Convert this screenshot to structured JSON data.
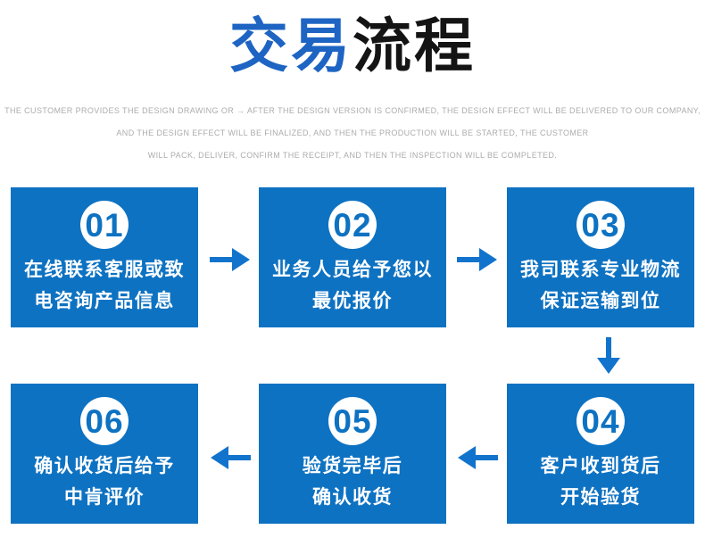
{
  "title": {
    "part1": "交易",
    "part2": "流程"
  },
  "subtitle_lines": [
    "THE CUSTOMER PROVIDES THE DESIGN DRAWING OR → AFTER THE DESIGN VERSION IS CONFIRMED, THE DESIGN EFFECT WILL BE DELIVERED TO OUR COMPANY,",
    "AND THE DESIGN EFFECT WILL BE FINALIZED, AND THEN THE PRODUCTION WILL BE STARTED, THE CUSTOMER",
    "WILL PACK, DELIVER, CONFIRM THE RECEIPT, AND THEN THE INSPECTION WILL BE COMPLETED."
  ],
  "steps": [
    {
      "number": "01",
      "line1": "在线联系客服或致",
      "line2": "电咨询产品信息"
    },
    {
      "number": "02",
      "line1": "业务人员给予您以",
      "line2": "最优报价"
    },
    {
      "number": "03",
      "line1": "我司联系专业物流",
      "line2": "保证运输到位"
    },
    {
      "number": "04",
      "line1": "客户收到货后",
      "line2": "开始验货"
    },
    {
      "number": "05",
      "line1": "验货完毕后",
      "line2": "确认收货"
    },
    {
      "number": "06",
      "line1": "确认收货后给予",
      "line2": "中肯评价"
    }
  ],
  "icons": {
    "arrow_right": "arrow-right-icon",
    "arrow_down": "arrow-down-icon",
    "arrow_left": "arrow-left-icon"
  },
  "colors": {
    "box_blue": "#0E72C2",
    "arrow_blue": "#1273CC",
    "title_blue": "#1E64C3",
    "title_dark": "#141414",
    "subtitle_gray": "#ACACAC",
    "number_blue": "#0E72C2",
    "circle_white": "#FFFFFF"
  }
}
